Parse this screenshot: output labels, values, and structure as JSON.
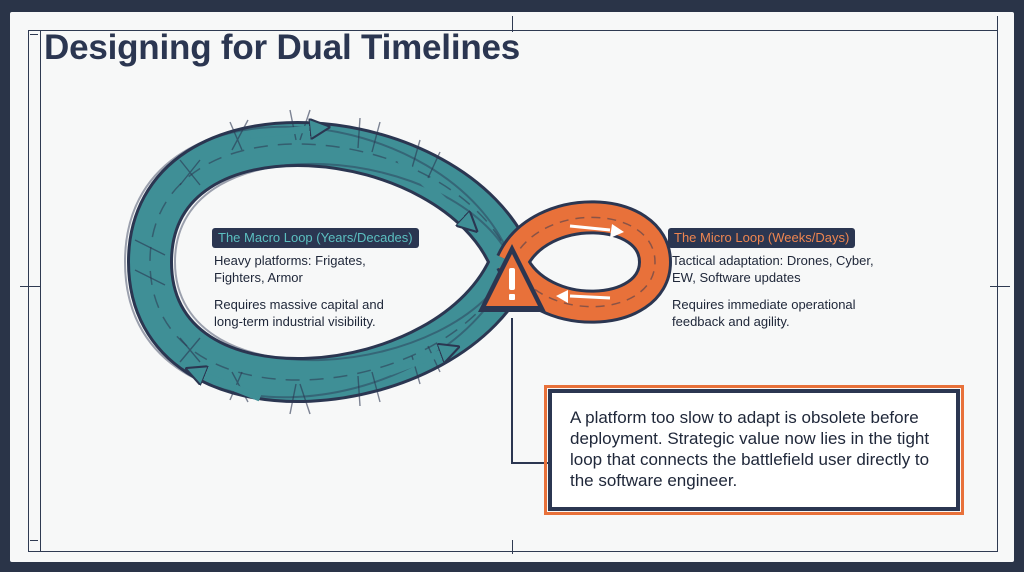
{
  "title": "Designing for Dual Timelines",
  "macro_loop": {
    "label": "The Macro Loop (Years/Decades)",
    "description_1": "Heavy platforms: Frigates, Fighters, Armor",
    "description_2": "Requires massive capital and long-term industrial visibility.",
    "color": "#3f8f96"
  },
  "micro_loop": {
    "label": "The Micro Loop (Weeks/Days)",
    "description_1": "Tactical adaptation: Drones, Cyber, EW, Software updates",
    "description_2": "Requires immediate operational feedback and agility.",
    "color": "#e8713a"
  },
  "warning_icon": {
    "symbol": "!",
    "name": "warning-triangle-icon",
    "color": "#e8713a"
  },
  "callout": {
    "text": "A platform too slow to adapt is obsolete before deployment. Strategic value now lies in the tight loop that connects the battlefield user directly to the software engineer."
  },
  "colors": {
    "navy": "#2b3651",
    "teal": "#3f8f96",
    "orange": "#e8713a",
    "background": "#f7f8f8"
  }
}
